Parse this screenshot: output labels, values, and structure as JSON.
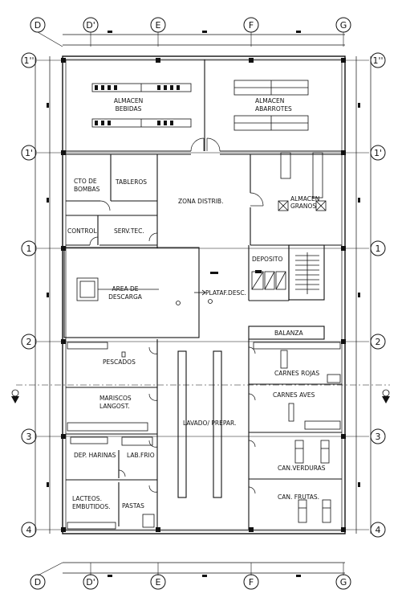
{
  "axes": {
    "top": [
      "D",
      "D'",
      "E",
      "F",
      "G"
    ],
    "bottom": [
      "D",
      "D'",
      "E",
      "F",
      "G"
    ],
    "left": [
      "1''",
      "1'",
      "1",
      "2",
      "3",
      "4"
    ],
    "right": [
      "1''",
      "1'",
      "1",
      "2",
      "3",
      "4"
    ]
  },
  "rooms": {
    "almacen_bebidas": [
      "ALMACEN",
      "BEBIDAS"
    ],
    "almacen_abarrotes": [
      "ALMACEN",
      "ABARROTES"
    ],
    "cto_bombas": [
      "CTO DE",
      "BOMBAS"
    ],
    "tableros": "TABLEROS",
    "zona_distrib": "ZONA DISTRIB.",
    "almacen_granos": [
      "ALMACEN",
      "GRANOS"
    ],
    "control": "CONTROL",
    "serv_tec": "SERV.TEC.",
    "deposito": "DEPOSITO",
    "area_descarga": [
      "AREA DE",
      "DESCARGA"
    ],
    "plataf_desc": "PLATAF.DESC.",
    "balanza": "BALANZA",
    "pescados": "PESCADOS",
    "carnes_rojas": "CARNES ROJAS",
    "mariscos": [
      "MARISCOS",
      "LANGOST."
    ],
    "carnes_aves": "CARNES AVES",
    "lavado": "LAVADO/ PREPAR.",
    "dep_harinas": "DEP. HARINAS",
    "lab_frio": "LAB.FRIO",
    "can_verduras": "CAN.VERDURAS",
    "lacteos": [
      "LACTEOS.",
      "EMBUTIDOS."
    ],
    "pastas": "PASTAS",
    "can_frutas": "CAN. FRUTAS."
  }
}
